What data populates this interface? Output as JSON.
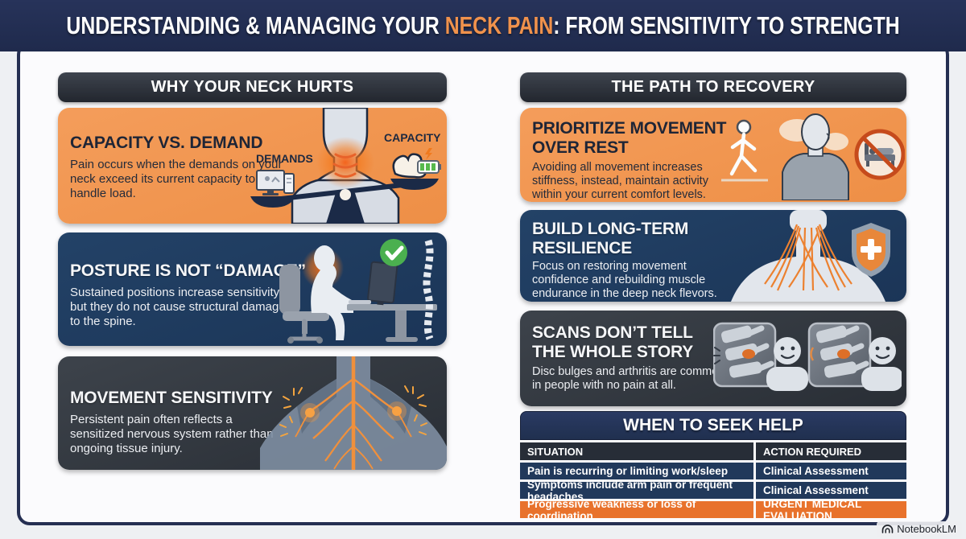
{
  "header": {
    "title_prefix": "UNDERSTANDING & MANAGING YOUR ",
    "title_highlight": "NECK PAIN",
    "title_suffix": ": FROM SENSITIVITY TO STRENGTH"
  },
  "colors": {
    "header_navy": "#222e4e",
    "accent_orange": "#f0924c",
    "card_orange": "#f09550",
    "card_navy": "#1e3a5e",
    "card_charcoal": "#343a42",
    "table_row_navy": "#21395b",
    "table_urgent_orange": "#e8722c",
    "check_green": "#4bb04f",
    "nerve_orange": "#f08f3c"
  },
  "left_column": {
    "header": "WHY YOUR NECK HURTS",
    "cards": [
      {
        "title": "CAPACITY VS. DEMAND",
        "body": "Pain occurs when the demands on your\nneck exceed its current capacity to\nhandle load.",
        "labels": {
          "demands": "DEMANDS",
          "capacity": "CAPACITY"
        }
      },
      {
        "title": "POSTURE IS NOT “DAMAGE”",
        "body": "Sustained positions increase sensitivity,\nbut they do not cause structural damage\nto the spine."
      },
      {
        "title": "MOVEMENT SENSITIVITY",
        "body": "Persistent pain often reflects a\nsensitized nervous system rather than\nongoing tissue injury."
      }
    ]
  },
  "right_column": {
    "header": "THE PATH TO RECOVERY",
    "cards": [
      {
        "title": "PRIORITIZE MOVEMENT\nOVER REST",
        "body": "Avoiding all movement increases\nstiffness, instead, maintain activity\nwithin your current comfort levels."
      },
      {
        "title": "BUILD LONG-TERM\nRESILIENCE",
        "body": "Focus on restoring movement\nconfidence and rebuilding muscle\nendurance in the deep neck flevors."
      },
      {
        "title": "SCANS DON’T TELL\nTHE WHOLE STORY",
        "body": "Disc bulges and arthritis are common\nin people with no pain at all."
      }
    ],
    "table": {
      "title": "WHEN TO SEEK HELP",
      "columns": [
        "SITUATION",
        "ACTION REQUIRED"
      ],
      "rows": [
        {
          "situation": "Pain is recurring or limiting work/sleep",
          "action": "Clinical Assessment",
          "urgent": false
        },
        {
          "situation": "Symptoms include arm pain or frequent headaches",
          "action": "Clinical Assessment",
          "urgent": false
        },
        {
          "situation": "Progressive weakness or loss of coordination",
          "action": "URGENT MEDICAL EVALUATION",
          "urgent": true
        }
      ]
    }
  },
  "watermark": {
    "label": "NotebookLM"
  }
}
